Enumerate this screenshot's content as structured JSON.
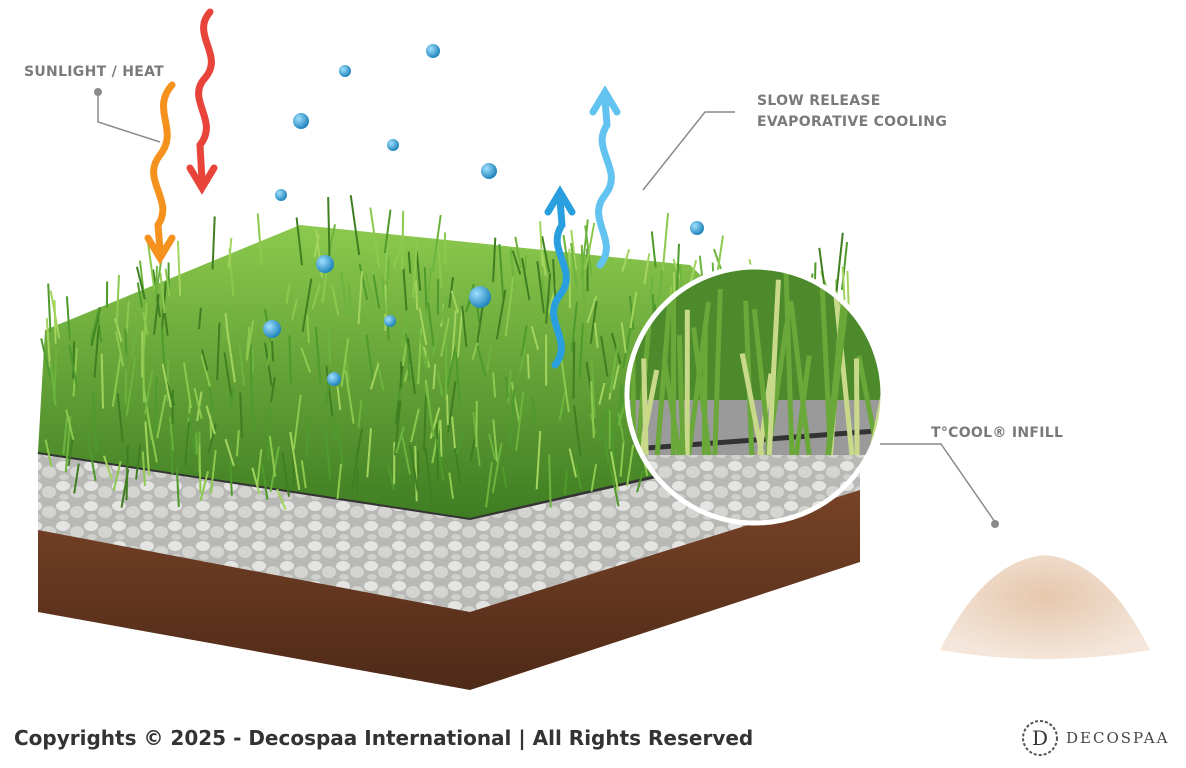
{
  "labels": {
    "sunlight": "SUNLIGHT / HEAT",
    "cooling_line1": "SLOW RELEASE",
    "cooling_line2": "EVAPORATIVE COOLING",
    "infill": "T°COOL® INFILL"
  },
  "footer": {
    "copyright": "Copyrights © 2025 - Decospaa International | All Rights Reserved",
    "brand": "DECOSPAA"
  },
  "colors": {
    "heat_red": "#e8443a",
    "heat_orange": "#f5921e",
    "cool_blue": "#2a9fe0",
    "cool_light_blue": "#62c3f0",
    "grass": "#5fa83a",
    "soil": "#6b3a22",
    "label_gray": "#7a7a7a"
  }
}
